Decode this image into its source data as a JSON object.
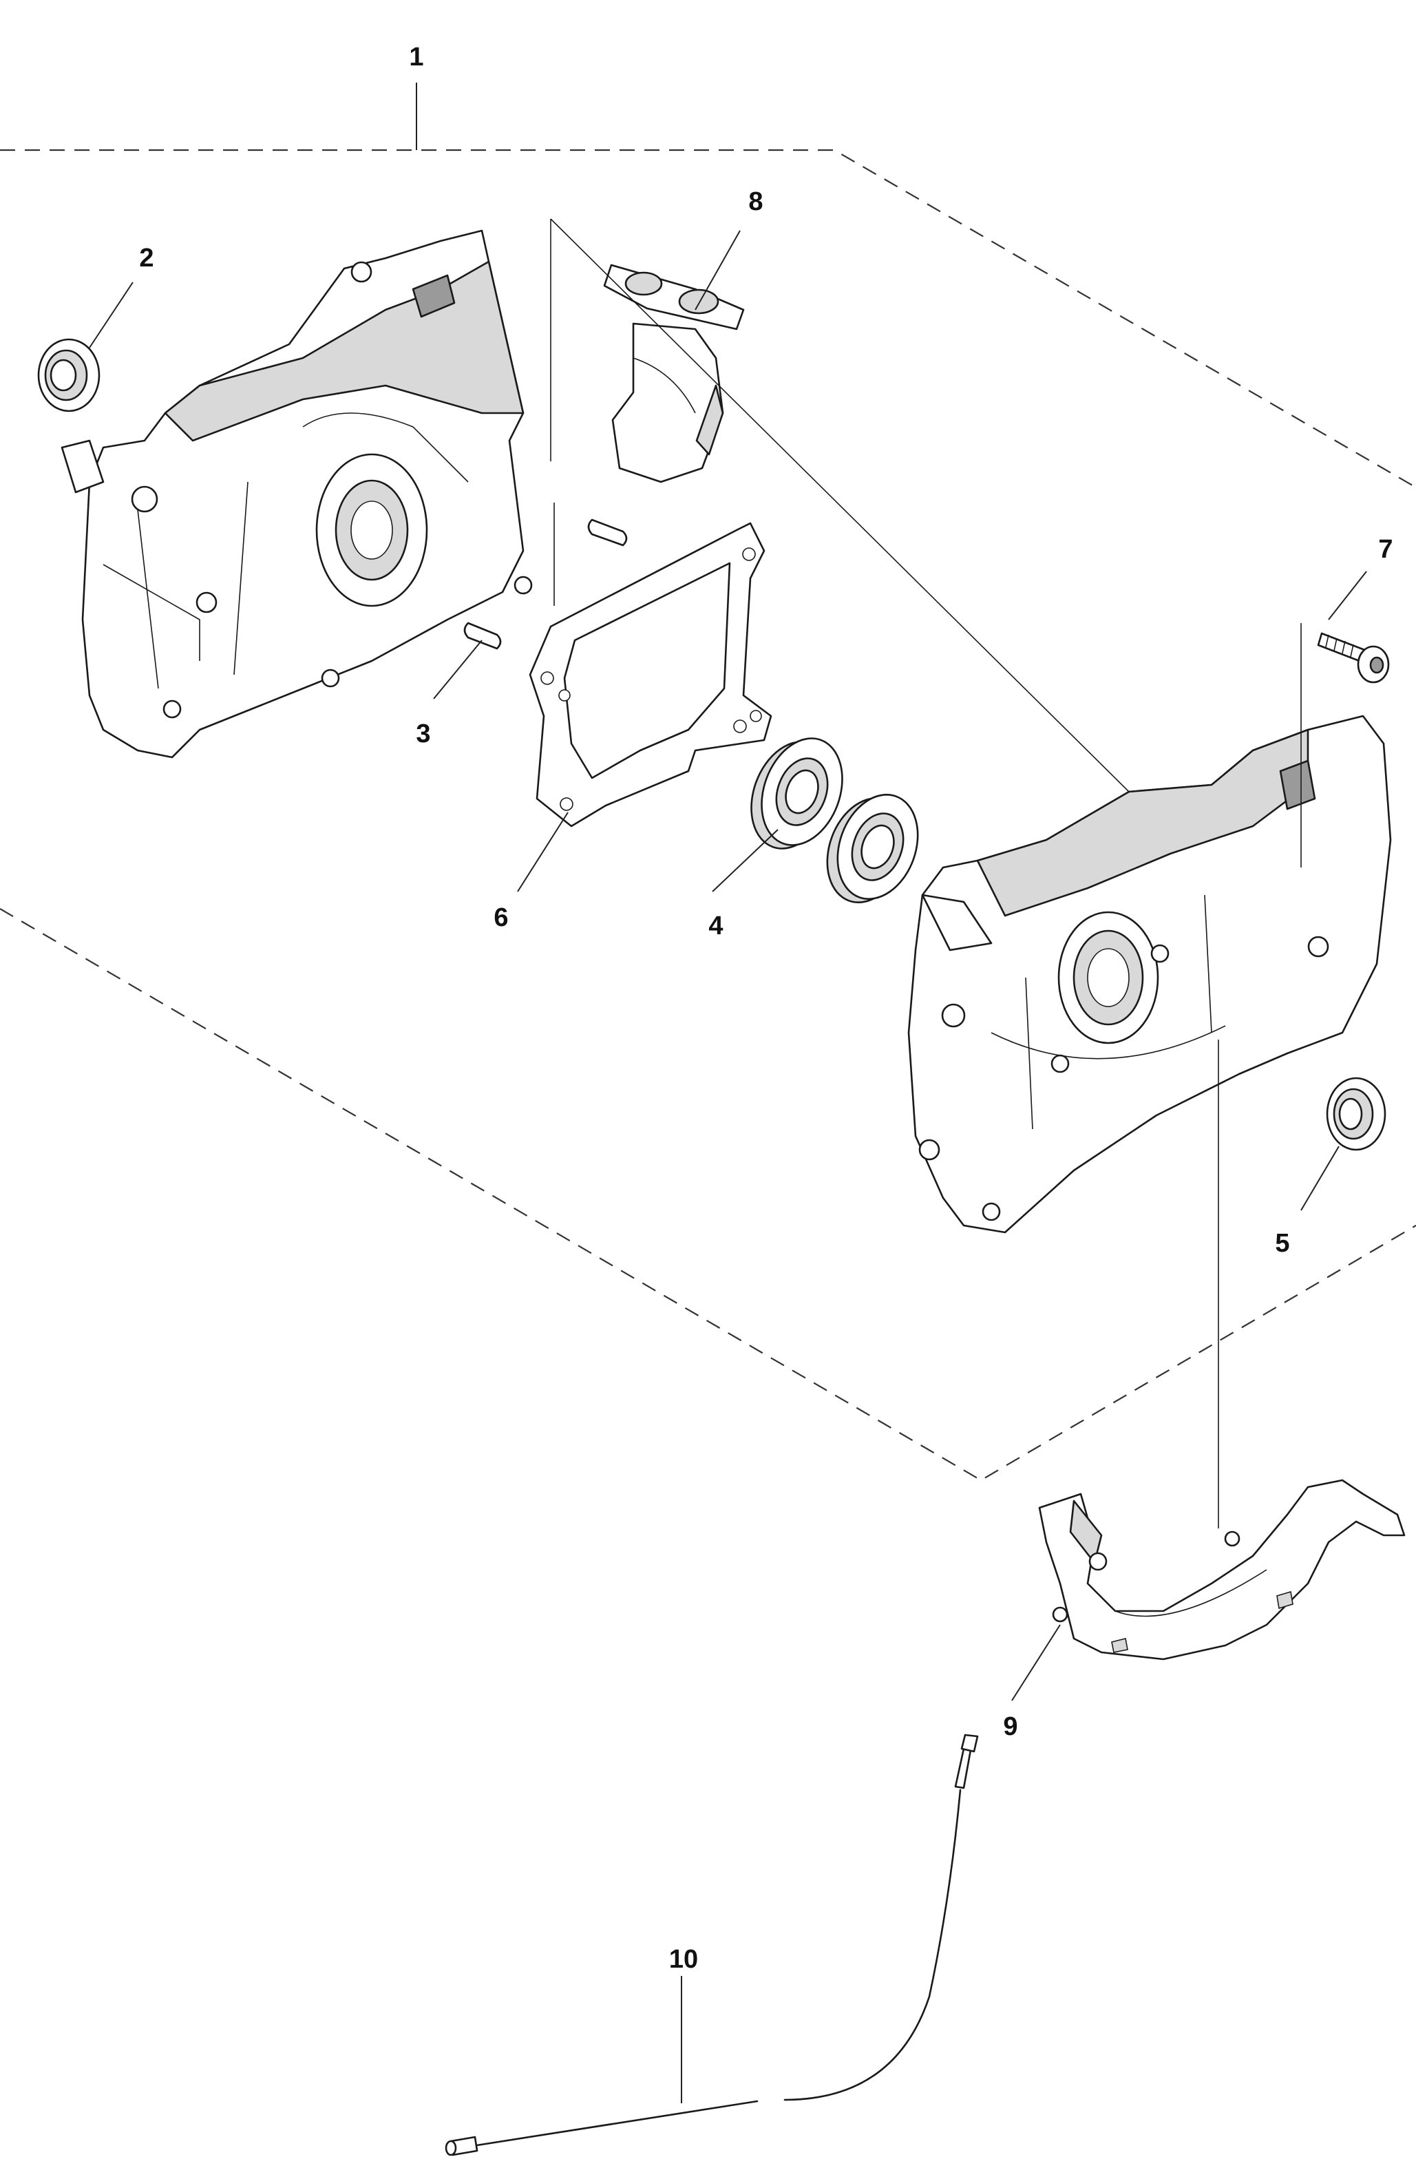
{
  "callouts": {
    "c1": "1",
    "c2": "2",
    "c3": "3",
    "c4": "4",
    "c5": "5",
    "c6": "6",
    "c7": "7",
    "c8": "8",
    "c9": "9",
    "c10": "10"
  },
  "colors": {
    "line": "#1a1a1a",
    "part_fill": "#ffffff",
    "shade": "#d9d9d9",
    "dark_shade": "#9a9a9a"
  }
}
